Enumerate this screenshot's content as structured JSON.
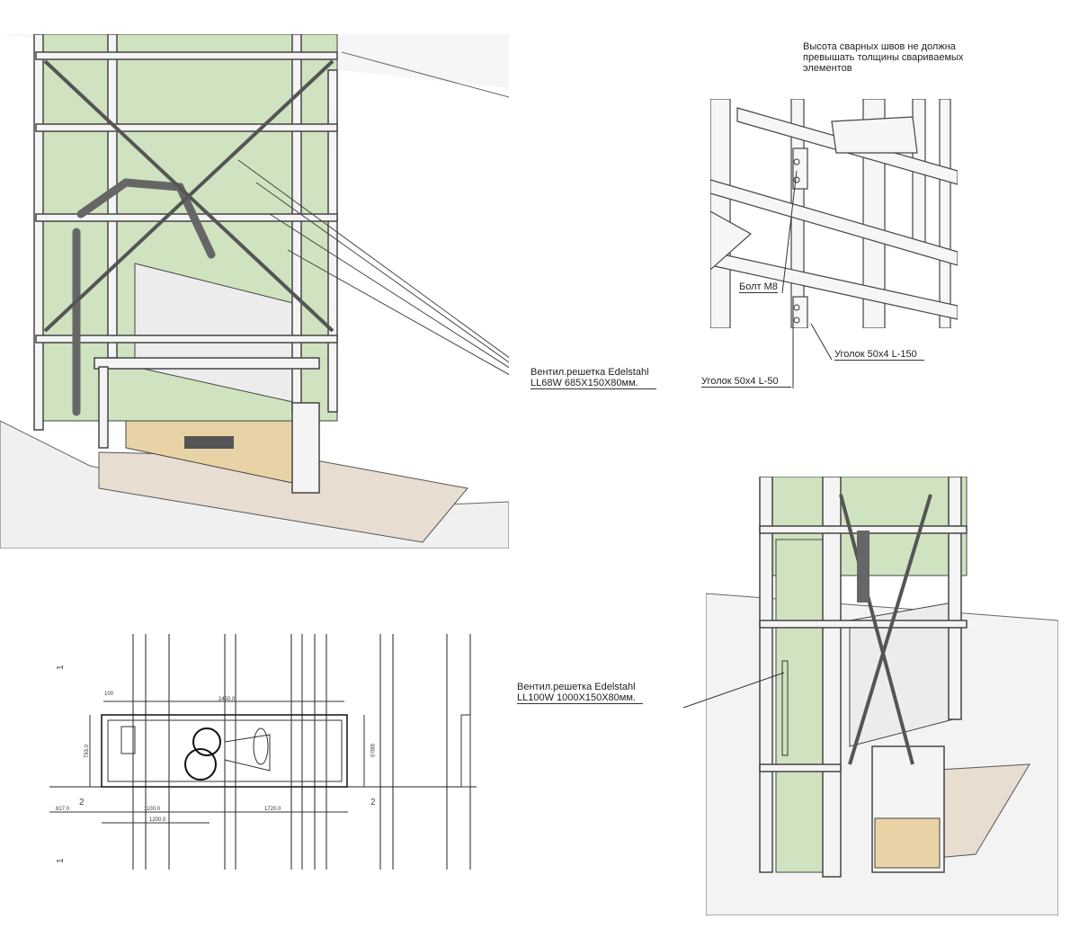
{
  "colors": {
    "panel_green": "#cfe3c0",
    "frame_white": "#f4f4f4",
    "floor_wood": "#e8d3a6",
    "stone": "#e7ddd0",
    "line": "#333333"
  },
  "top_right": {
    "note_lines": [
      "Высота сварных швов не должна",
      "превышать толщины свариваемых",
      "элементов"
    ],
    "labels": {
      "bolt": "Болт М8",
      "angle_150": "Уголок 50х4 L-150",
      "angle_50": "Уголок 50х4 L-50"
    }
  },
  "top_left": {
    "grille_label_lines": [
      "Вентил.решетка Edelstahl",
      "LL68W 685X150X80мм."
    ]
  },
  "bottom_right": {
    "grille_label_lines": [
      "Вентил.решетка Edelstahl",
      "LL100W 1000X150X80мм."
    ]
  },
  "plan": {
    "section_marks": {
      "top": "1",
      "bottom": "1",
      "left": "2",
      "right": "2"
    },
    "dimensions": {
      "overall_width": "2450.0",
      "left_offset": "817.0",
      "mid_segment": "1100.0",
      "right_segment": "1720.0",
      "lower_segment": "1200.0",
      "left_height": "793.0",
      "right_height": "980.0",
      "top_small": "100"
    }
  }
}
